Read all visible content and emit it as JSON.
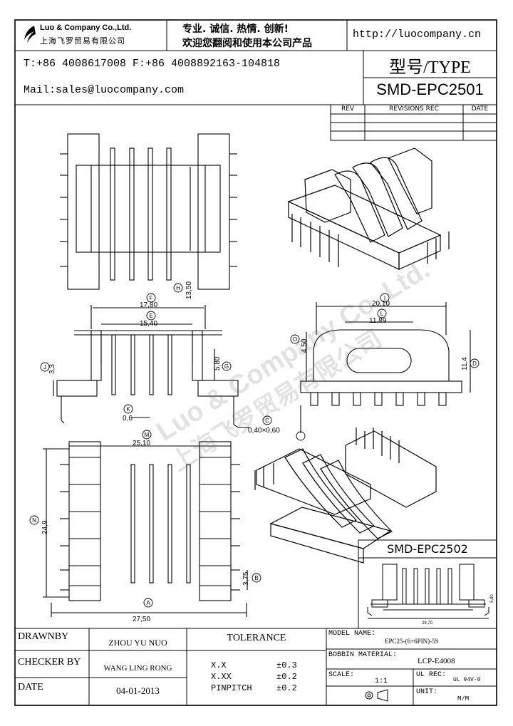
{
  "header": {
    "company_en": "Luo & Company Co.,Ltd.",
    "company_cn": "上海飞罗贸易有限公司",
    "slogan_line1": "专业. 诚信. 热情. 创新!",
    "slogan_line2": "欢迎您翻阅和使用本公司产品",
    "url": "http://luocompany.cn",
    "phone_fax": "T:+86 4008617008 F:+86 4008892163-104818",
    "mail": "Mail:sales@luocompany.com",
    "type_label": "型号/TYPE",
    "model": "SMD-EPC2501"
  },
  "revisions": {
    "col_rev": "REV",
    "col_rec": "REVISIONS REC",
    "col_date": "DATE"
  },
  "watermark": {
    "line1": "Luo & Company Co.,Ltd.",
    "line2": "上海飞罗贸易有限公司"
  },
  "dimensions": {
    "h": "13,50",
    "f": "17,80",
    "e": "15,40",
    "j": "3,3",
    "g": "5,80",
    "k": "0,6",
    "c": "0,40×0,60",
    "i": "20,10",
    "l": "11,89",
    "o": "4,50",
    "d": "11,4",
    "m": "25,10",
    "n": "24,9",
    "b": "3,75",
    "a": "27,50"
  },
  "markers": {
    "a": "A",
    "b": "B",
    "c": "C",
    "d": "D",
    "e": "E",
    "f": "F",
    "g": "G",
    "h": "H",
    "i": "I",
    "j": "J",
    "k": "K",
    "l": "L",
    "m": "M",
    "n": "N",
    "o": "O"
  },
  "inset": {
    "title": "SMD-EPC2502",
    "dim_a": "29,70",
    "dim_b": "5,80"
  },
  "footer": {
    "drawnby_label": "DRAWNBY",
    "drawnby_value": "ZHOU YU NUO",
    "checker_label": "CHECKER BY",
    "checker_value": "WANG LING RONG",
    "date_label": "DATE",
    "date_value": "04-01-2013",
    "tolerance_label": "TOLERANCE",
    "tol_rows": [
      {
        "label": "X.X",
        "value": "±0.3"
      },
      {
        "label": "X.XX",
        "value": "±0.2"
      },
      {
        "label": "PINPITCH",
        "value": "±0.2"
      }
    ],
    "model_name_label": "MODEL NAME:",
    "model_name_value": "EPC25-(6+6PIN)-5S",
    "bobbin_label": "BOBBIN MATERIAL:",
    "bobbin_value": "LCP-E4008",
    "scale_label": "SCALE:",
    "scale_value": "1:1",
    "ul_label": "UL REC:",
    "ul_value": "UL 94V-0",
    "unit_label": "UNIT:",
    "unit_value": "M/M"
  }
}
